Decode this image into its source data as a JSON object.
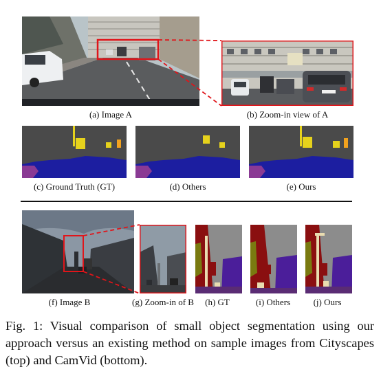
{
  "figure": {
    "subfigures": [
      {
        "id": "a",
        "label": "(a) Image A"
      },
      {
        "id": "b",
        "label": "(b) Zoom-in view of A"
      },
      {
        "id": "c",
        "label": "(c) Ground Truth (GT)"
      },
      {
        "id": "d",
        "label": "(d) Others"
      },
      {
        "id": "e",
        "label": "(e) Ours"
      },
      {
        "id": "f",
        "label": "(f) Image B"
      },
      {
        "id": "g",
        "label": "(g) Zoom-in of B"
      },
      {
        "id": "h",
        "label": "(h) GT"
      },
      {
        "id": "i",
        "label": "(i) Others"
      },
      {
        "id": "j",
        "label": "(j) Ours"
      }
    ],
    "caption": "Fig. 1: Visual comparison of small object segmentation using our approach versus an existing method on sample images from Cityscapes (top) and CamVid (bottom).",
    "colors": {
      "zoom_box": "#e0151a",
      "road_class": "#4a4a4a",
      "vehicle_class": "#1c1ea0",
      "sidewalk_class": "#8a3a94",
      "sign_class": "#e6d21c",
      "light_class": "#f2a21e",
      "building_class": "#8a0f10",
      "tree_class": "#7a7a10",
      "pole_class": "#e9dcb0",
      "sky_class": "#8c8c8c",
      "car_camvid_class": "#4b1e9a"
    }
  }
}
